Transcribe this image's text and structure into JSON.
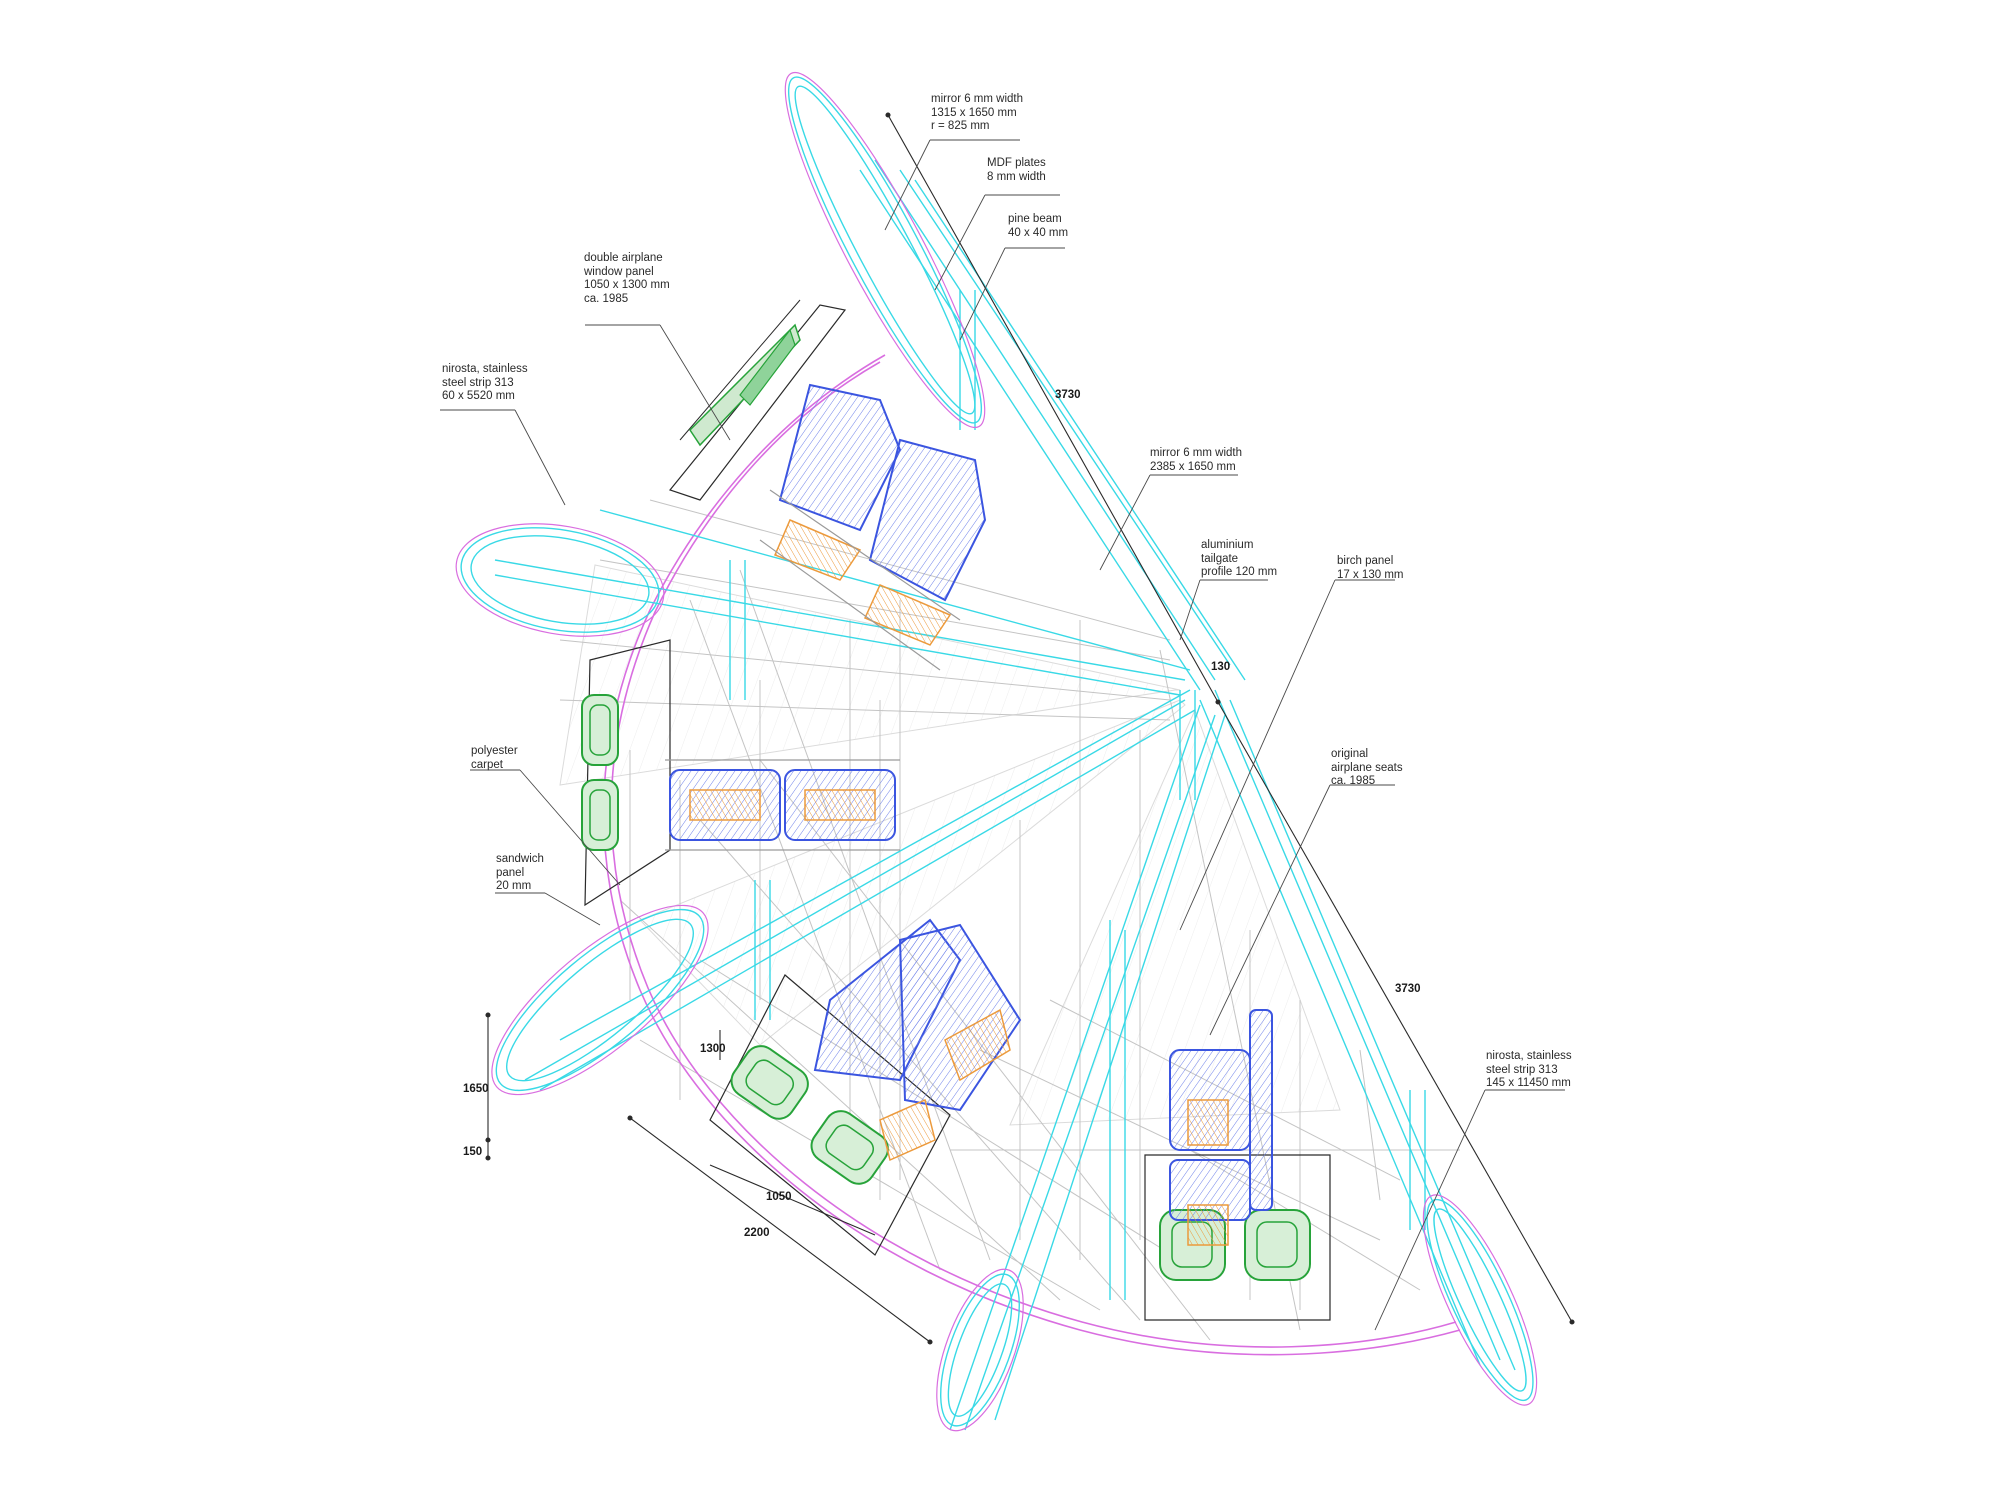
{
  "colors": {
    "cyan": "#39d9e6",
    "magenta": "#d96ee0",
    "blue": "#3b55e0",
    "green": "#27a33a",
    "orange": "#ec9a3c",
    "grey": "#b9b9b9",
    "dark": "#2a2a2a"
  },
  "annotations": [
    {
      "id": "mirror-small",
      "lines": [
        "mirror 6 mm width",
        "1315 x 1650 mm",
        "r = 825 mm"
      ]
    },
    {
      "id": "mdf-plates",
      "lines": [
        "MDF plates",
        "8 mm width"
      ]
    },
    {
      "id": "pine-beam",
      "lines": [
        "pine beam",
        "40 x 40 mm"
      ]
    },
    {
      "id": "window-panel",
      "lines": [
        "double airplane",
        "window panel",
        "1050 x 1300 mm",
        "ca. 1985"
      ]
    },
    {
      "id": "nirosta-short",
      "lines": [
        "nirosta, stainless",
        "steel strip 313",
        "60 x 5520 mm"
      ]
    },
    {
      "id": "mirror-large",
      "lines": [
        "mirror 6 mm width",
        "2385 x 1650 mm"
      ]
    },
    {
      "id": "aluminium",
      "lines": [
        "aluminium",
        "tailgate",
        "profile 120 mm"
      ]
    },
    {
      "id": "birch",
      "lines": [
        "birch panel",
        "17 x 130 mm"
      ]
    },
    {
      "id": "seats",
      "lines": [
        "original",
        "airplane seats",
        "ca. 1985"
      ]
    },
    {
      "id": "carpet",
      "lines": [
        "polyester",
        "carpet"
      ]
    },
    {
      "id": "sandwich",
      "lines": [
        "sandwich",
        "panel",
        "20 mm"
      ]
    },
    {
      "id": "nirosta-long",
      "lines": [
        "nirosta, stainless",
        "steel strip 313",
        "145 x 11450 mm"
      ]
    }
  ],
  "dimensions": [
    {
      "id": "top-diagonal",
      "value": "3730"
    },
    {
      "id": "gap",
      "value": "130"
    },
    {
      "id": "right-diagonal",
      "value": "3730"
    },
    {
      "id": "window-height",
      "value": "1300"
    },
    {
      "id": "window-width",
      "value": "1050"
    },
    {
      "id": "base-length",
      "value": "2200"
    },
    {
      "id": "height",
      "value": "1650"
    },
    {
      "id": "plinth",
      "value": "150"
    }
  ]
}
